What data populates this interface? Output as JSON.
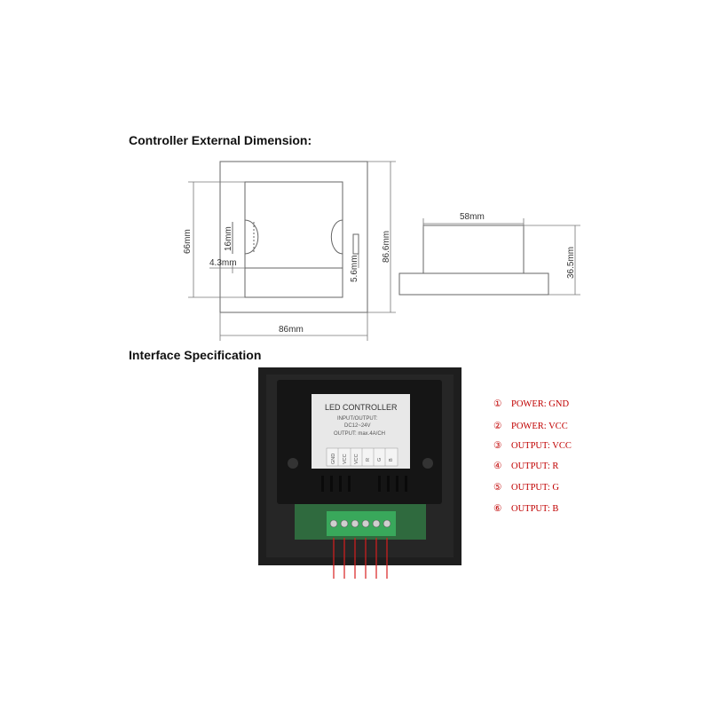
{
  "headings": {
    "dimension": "Controller External Dimension:",
    "interface": "Interface Specification"
  },
  "dimensions": {
    "height_inner": "66mm",
    "height_outer": "86.6mm",
    "width": "86mm",
    "hole_dia": "16mm",
    "hole_offset": "4.3mm",
    "hole_inset": "5.6mm",
    "depth_width": "58mm",
    "depth": "36.5mm"
  },
  "device_label": {
    "title": "LED CONTROLLER",
    "line1": "INPUT/OUTPUT:",
    "line2": "DC12~24V",
    "line3": "OUTPUT: max.4A/CH",
    "pins": [
      "GND",
      "VCC",
      "VCC",
      "R",
      "G",
      "B"
    ]
  },
  "legend": [
    {
      "num": "①",
      "text": "POWER: GND"
    },
    {
      "num": "②",
      "text": "POWER: VCC"
    },
    {
      "num": "③",
      "text": "OUTPUT: VCC"
    },
    {
      "num": "④",
      "text": "OUTPUT: R"
    },
    {
      "num": "⑤",
      "text": "OUTPUT: G"
    },
    {
      "num": "⑥",
      "text": "OUTPUT: B"
    }
  ],
  "colors": {
    "legend": "#c00000",
    "device_body": "#1e1e1e",
    "label_bg": "#e8e8e8",
    "terminal": "#39a85b"
  }
}
